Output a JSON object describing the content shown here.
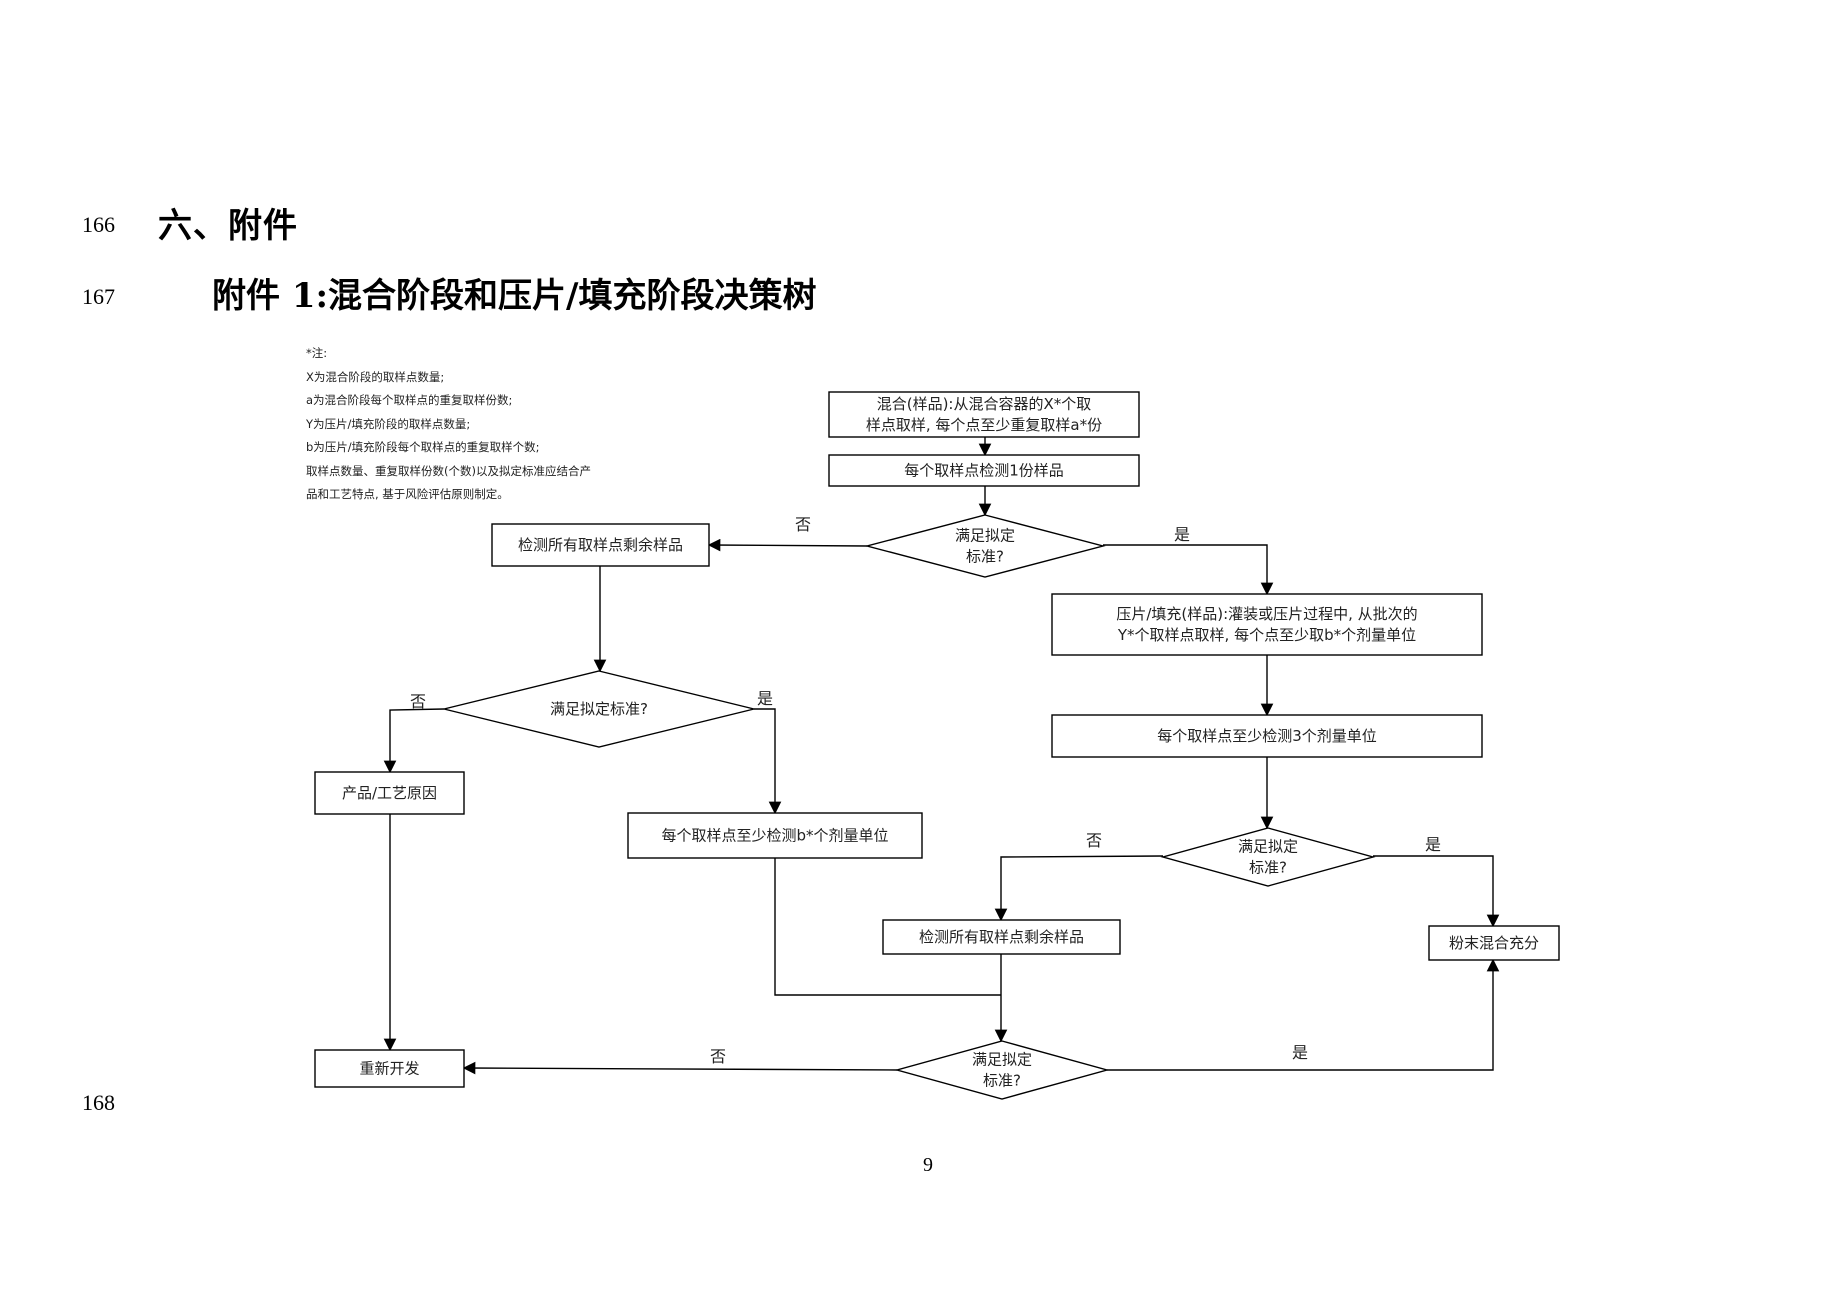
{
  "line_numbers": [
    "166",
    "167",
    "168"
  ],
  "heading_section": "六、附件",
  "heading_attachment": "附件 1:混合阶段和压片/填充阶段决策树",
  "page_number": "9",
  "notes": [
    "*注:",
    "X为混合阶段的取样点数量;",
    "a为混合阶段每个取样点的重复取样份数;",
    "Y为压片/填充阶段的取样点数量;",
    "b为压片/填充阶段每个取样点的重复取样个数;",
    "取样点数量、重复取样份数(个数)以及拟定标准应结合产",
    "品和工艺特点, 基于风险评估原则制定。"
  ],
  "flowchart": {
    "nodes": {
      "blend_sample": [
        "混合(样品):从混合容器的X*个取",
        "样点取样, 每个点至少重复取样a*份"
      ],
      "test_one_each": [
        "每个取样点检测1份样品"
      ],
      "decision_1": [
        "满足拟定",
        "标准?"
      ],
      "test_remaining_1": [
        "检测所有取样点剩余样品"
      ],
      "compress_sample": [
        "压片/填充(样品):灌装或压片过程中, 从批次的",
        "Y*个取样点取样, 每个点至少取b*个剂量单位"
      ],
      "test_three_units": [
        "每个取样点至少检测3个剂量单位"
      ],
      "decision_2": [
        "满足拟定标准?"
      ],
      "product_process_cause": [
        "产品/工艺原因"
      ],
      "test_b_units": [
        "每个取样点至少检测b*个剂量单位"
      ],
      "decision_3": [
        "满足拟定",
        "标准?"
      ],
      "test_remaining_2": [
        "检测所有取样点剩余样品"
      ],
      "blend_adequate": [
        "粉末混合充分"
      ],
      "decision_4": [
        "满足拟定",
        "标准?"
      ],
      "redevelop": [
        "重新开发"
      ]
    },
    "edge_labels": {
      "d1_no": "否",
      "d1_yes": "是",
      "d2_no": "否",
      "d2_yes": "是",
      "d3_no": "否",
      "d3_yes": "是",
      "d4_no": "否",
      "d4_yes": "是"
    }
  }
}
